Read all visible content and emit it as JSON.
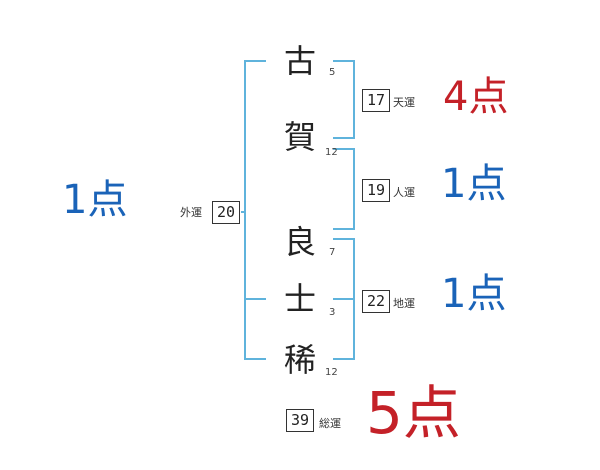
{
  "colors": {
    "blue": "#1a63b8",
    "red": "#c42128",
    "bracket": "#5fb3dc"
  },
  "name": {
    "chars": [
      {
        "char": "古",
        "strokes": "5"
      },
      {
        "char": "賀",
        "strokes": "12"
      },
      {
        "char": "良",
        "strokes": "7"
      },
      {
        "char": "士",
        "strokes": "3"
      },
      {
        "char": "稀",
        "strokes": "12"
      }
    ]
  },
  "fortunes": {
    "gaikaku": {
      "value": "20",
      "label": "外運",
      "score_num": "1",
      "score_unit": "点",
      "color": "blue"
    },
    "tenkaku": {
      "value": "17",
      "label": "天運",
      "score_num": "4",
      "score_unit": "点",
      "color": "red"
    },
    "jinkaku": {
      "value": "19",
      "label": "人運",
      "score_num": "1",
      "score_unit": "点",
      "color": "blue"
    },
    "chikaku": {
      "value": "22",
      "label": "地運",
      "score_num": "1",
      "score_unit": "点",
      "color": "blue"
    },
    "soukaku": {
      "value": "39",
      "label": "総運",
      "score_num": "5",
      "score_unit": "点",
      "color": "red"
    }
  }
}
